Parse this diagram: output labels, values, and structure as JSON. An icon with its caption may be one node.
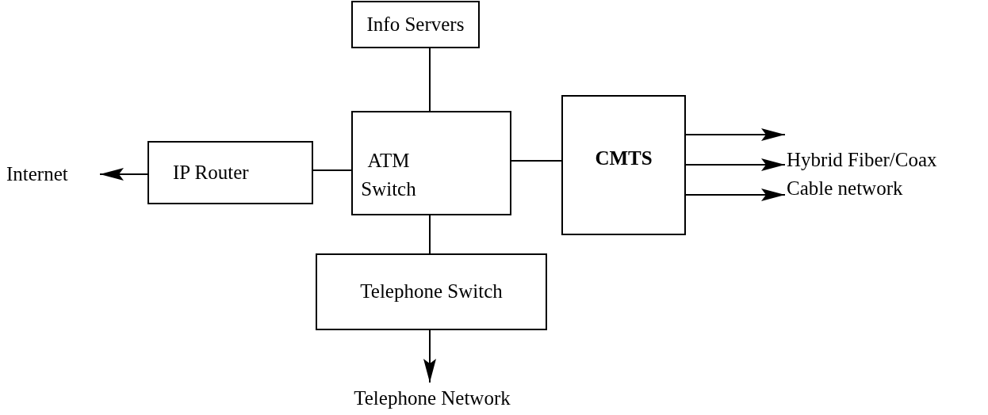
{
  "diagram": {
    "nodes": [
      {
        "text": [
          "Info Servers"
        ]
      },
      {
        "text": [
          "ATM Switch"
        ]
      },
      {
        "text": [
          "IP Router"
        ]
      },
      {
        "text": [
          "Internet"
        ]
      },
      {
        "text": [
          "CMTS"
        ]
      },
      {
        "text": [
          "Hybrid Fiber/Coax Cable network"
        ]
      },
      {
        "text": [
          "Telephone Switch"
        ]
      },
      {
        "text": [
          "Telephone Network"
        ]
      }
    ],
    "edges": [
      {
        "from": 1,
        "to": 0,
        "arrow": "none"
      },
      {
        "from": 2,
        "to": 1,
        "arrow": "none"
      },
      {
        "from": 2,
        "to": 3,
        "arrow": "to"
      },
      {
        "from": 1,
        "to": 4,
        "arrow": "none"
      },
      {
        "from": 4,
        "to": 5,
        "arrow": "to"
      },
      {
        "from": 4,
        "to": 5,
        "arrow": "to"
      },
      {
        "from": 4,
        "to": 5,
        "arrow": "to"
      },
      {
        "from": 1,
        "to": 6,
        "arrow": "none"
      },
      {
        "from": 6,
        "to": 7,
        "arrow": "to"
      }
    ]
  }
}
